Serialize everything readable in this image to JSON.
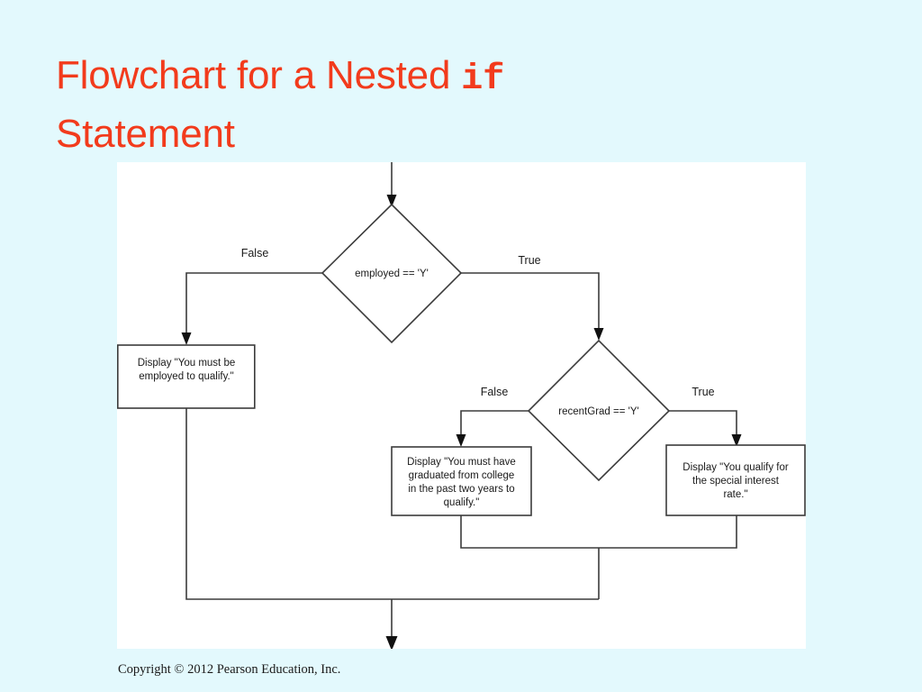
{
  "slide": {
    "background_color": "#e3f9fd",
    "title": {
      "part1": "Flowchart for a Nested ",
      "keyword": "if",
      "part2": "Statement",
      "color": "#f23b1c"
    },
    "copyright": "Copyright © 2012 Pearson Education, Inc."
  },
  "diagram": {
    "canvas_color": "#ffffff",
    "line_color": "#3b3b3b",
    "decisions": [
      {
        "id": "employed",
        "text": "employed == 'Y'"
      },
      {
        "id": "recentGrad",
        "text": "recentGrad == 'Y'"
      }
    ],
    "branch_labels": {
      "employed_false": "False",
      "employed_true": "True",
      "recentGrad_false": "False",
      "recentGrad_true": "True"
    },
    "processes": [
      {
        "id": "not-employed",
        "lines": [
          "Display \"You must be",
          "employed to qualify.\""
        ]
      },
      {
        "id": "not-recent-grad",
        "lines": [
          "Display \"You must have",
          "graduated from college",
          "in the past two years to",
          "qualify.\""
        ]
      },
      {
        "id": "qualifies",
        "lines": [
          "Display \"You qualify for",
          "the special interest",
          "rate.\""
        ]
      }
    ]
  }
}
